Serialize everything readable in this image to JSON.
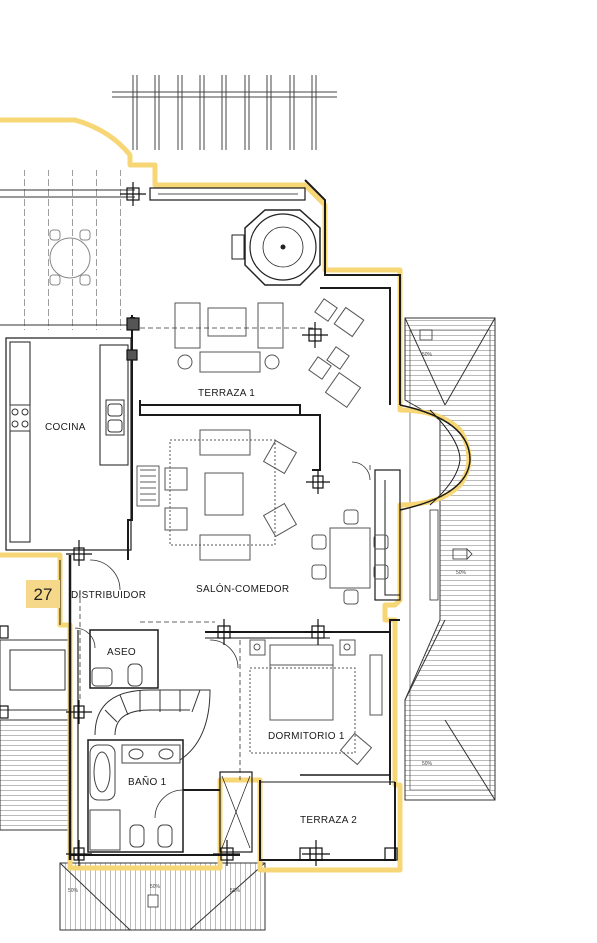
{
  "plan": {
    "unit_number": "27",
    "rooms": {
      "cocina": "COCINA",
      "terraza_1": "TERRAZA 1",
      "salon_comedor": "SALÓN-COMEDOR",
      "distribuidor": "DISTRIBUIDOR",
      "aseo": "ASEO",
      "dormitorio_1": "DORMITORIO 1",
      "bano_1": "BAÑO 1",
      "terraza_2": "TERRAZA 2"
    },
    "slope": "50%",
    "colors": {
      "outline": "#f7d675",
      "wall": "#222222",
      "unit_badge": "#f5d88a"
    }
  }
}
